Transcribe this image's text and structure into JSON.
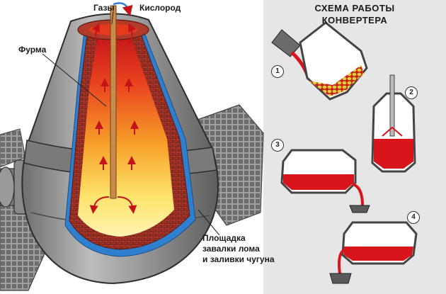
{
  "labels": {
    "gases": "Газы",
    "oxygen": "Кислород",
    "lance": "Фурма",
    "platform": [
      "Площадка",
      "завалки лома",
      "и заливки чугуна"
    ]
  },
  "schema": {
    "title_lines": [
      "СХЕМА РАБОТЫ",
      "КОНВЕРТЕРА"
    ],
    "steps": [
      "1",
      "2",
      "3",
      "4"
    ]
  },
  "colors": {
    "steel_shell": "#8c8c8c",
    "lining_brick": "#9b2f22",
    "blue_jacket": "#2f7fd0",
    "molten_metal": "#d8141c",
    "scrap": "#e8c83a",
    "panel_bg": "#e6e6e6"
  }
}
